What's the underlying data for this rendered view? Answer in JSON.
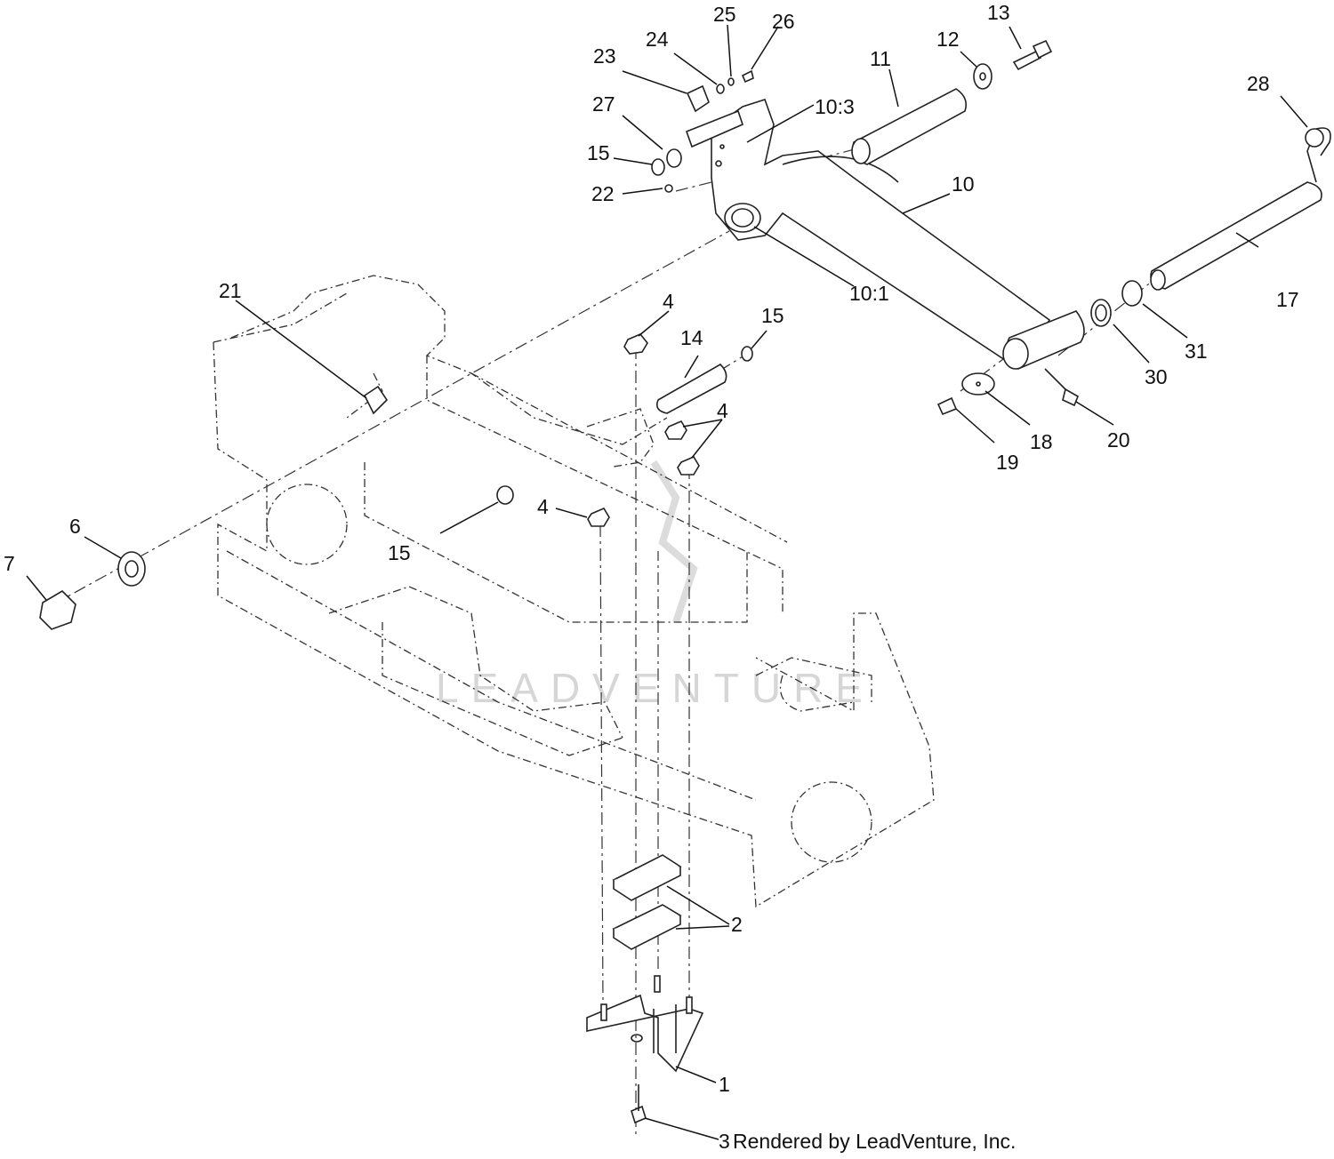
{
  "watermark": {
    "text": "LEADVENTURE"
  },
  "credit": "Rendered by LeadVenture, Inc.",
  "callouts": [
    {
      "id": "c1",
      "text": "1"
    },
    {
      "id": "c2",
      "text": "2"
    },
    {
      "id": "c3",
      "text": "3"
    },
    {
      "id": "c4a",
      "text": "4"
    },
    {
      "id": "c4b",
      "text": "4"
    },
    {
      "id": "c4c",
      "text": "4"
    },
    {
      "id": "c6",
      "text": "6"
    },
    {
      "id": "c7",
      "text": "7"
    },
    {
      "id": "c10",
      "text": "10"
    },
    {
      "id": "c10_1",
      "text": "10:1"
    },
    {
      "id": "c10_3",
      "text": "10:3"
    },
    {
      "id": "c11",
      "text": "11"
    },
    {
      "id": "c12",
      "text": "12"
    },
    {
      "id": "c13",
      "text": "13"
    },
    {
      "id": "c14",
      "text": "14"
    },
    {
      "id": "c15a",
      "text": "15"
    },
    {
      "id": "c15b",
      "text": "15"
    },
    {
      "id": "c15c",
      "text": "15"
    },
    {
      "id": "c17",
      "text": "17"
    },
    {
      "id": "c18",
      "text": "18"
    },
    {
      "id": "c19",
      "text": "19"
    },
    {
      "id": "c20",
      "text": "20"
    },
    {
      "id": "c21",
      "text": "21"
    },
    {
      "id": "c22",
      "text": "22"
    },
    {
      "id": "c23",
      "text": "23"
    },
    {
      "id": "c24",
      "text": "24"
    },
    {
      "id": "c25",
      "text": "25"
    },
    {
      "id": "c26",
      "text": "26"
    },
    {
      "id": "c27",
      "text": "27"
    },
    {
      "id": "c28",
      "text": "28"
    },
    {
      "id": "c30",
      "text": "30"
    },
    {
      "id": "c31",
      "text": "31"
    }
  ]
}
